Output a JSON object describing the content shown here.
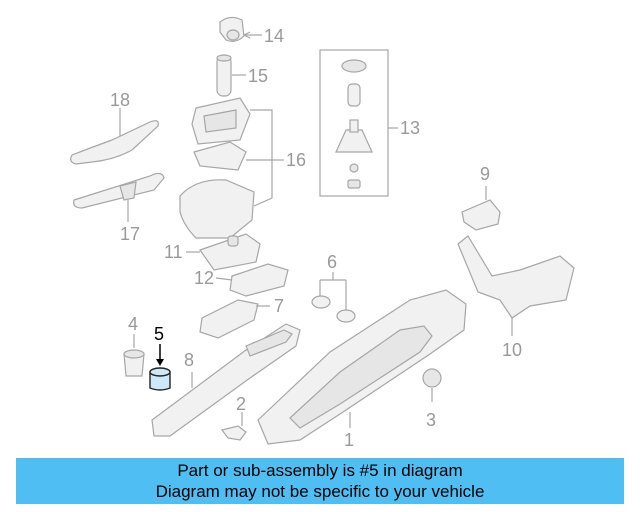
{
  "diagram": {
    "highlighted_part": "5",
    "labels": {
      "p1": "1",
      "p2": "2",
      "p3": "3",
      "p4": "4",
      "p5": "5",
      "p6": "6",
      "p7": "7",
      "p8": "8",
      "p9": "9",
      "p10": "10",
      "p11": "11",
      "p12": "12",
      "p13": "13",
      "p14": "14",
      "p15": "15",
      "p16": "16",
      "p17": "17",
      "p18": "18"
    }
  },
  "footer": {
    "line1": "Part or sub-assembly is #5 in diagram",
    "line2": "Diagram may not be specific to your vehicle"
  },
  "colors": {
    "banner": "#4fbef2",
    "part_line": "#a6a6a6",
    "highlight": "#000000"
  }
}
